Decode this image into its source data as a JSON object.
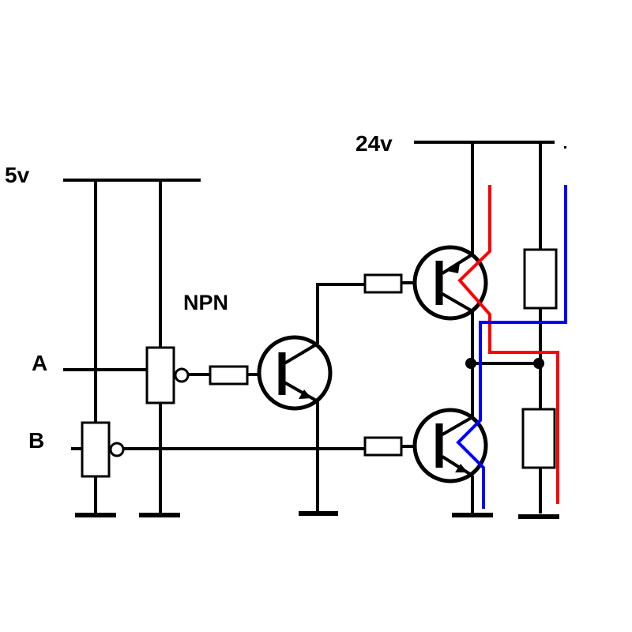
{
  "labels": {
    "supply_5v": "5v",
    "supply_24v": "24v",
    "transistor_type": "NPN",
    "input_a": "A",
    "input_b": "B"
  },
  "colors": {
    "wire": "#000000",
    "path_red": "#ff0000",
    "path_blue": "#0000ff",
    "background": "#ffffff"
  }
}
